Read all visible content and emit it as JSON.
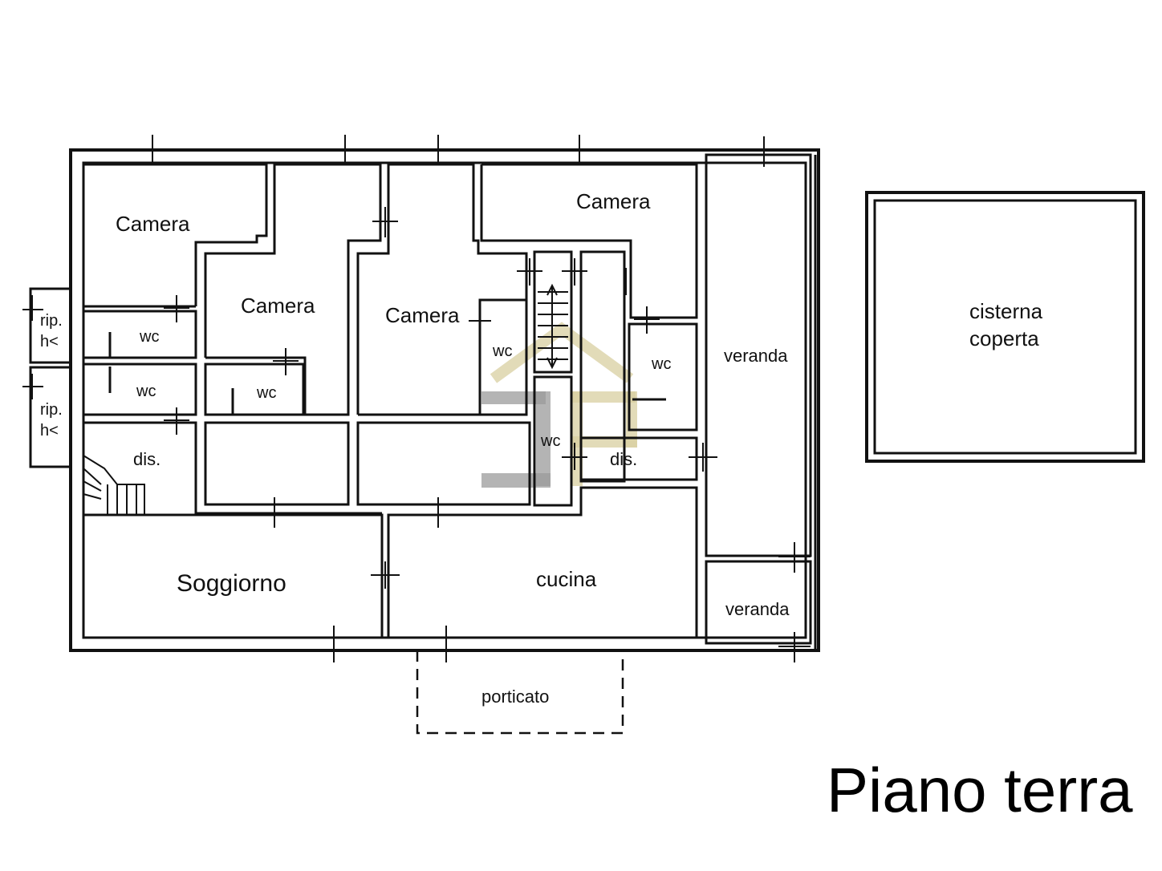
{
  "title": "Piano terra",
  "rooms": {
    "camera_1": "Camera",
    "camera_2": "Camera",
    "camera_3": "Camera",
    "camera_4": "Camera",
    "wc_1": "wc",
    "wc_2": "wc",
    "wc_3": "wc",
    "wc_4": "wc",
    "wc_5": "wc",
    "wc_6": "wc",
    "dis_1": "dis.",
    "dis_2": "dis.",
    "soggiorno": "Soggiorno",
    "cucina": "cucina",
    "veranda_1": "veranda",
    "veranda_2": "veranda",
    "porticato": "porticato",
    "rip_1_line1": "rip.",
    "rip_1_line2": "h<",
    "rip_2_line1": "rip.",
    "rip_2_line2": "h<",
    "cisterna_line1": "cisterna",
    "cisterna_line2": "coperta"
  },
  "watermark": {
    "color": "#d8cfa0",
    "accent": "#9b9b9b"
  }
}
